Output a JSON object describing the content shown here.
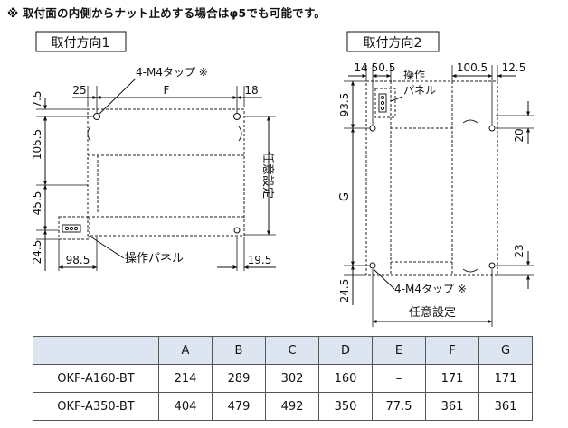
{
  "note": "※ 取付面の内側からナット止めする場合はφ5でも可能です。",
  "direction1": {
    "title": "取付方向1",
    "tap_label": "4-M4タップ ※",
    "panel_label": "操作パネル",
    "free_label": "任意設定",
    "dims": {
      "d25": "25",
      "dF": "F",
      "d18": "18",
      "d7_5": "7.5",
      "d105_5": "105.5",
      "d45_5": "45.5",
      "d24_5": "24.5",
      "d98_5": "98.5",
      "d19_5": "19.5"
    }
  },
  "direction2": {
    "title": "取付方向2",
    "panel_label": "操作\nパネル",
    "panel_line1": "操作",
    "panel_line2": "パネル",
    "tap_label": "4-M4タップ ※",
    "free_label": "任意設定",
    "dims": {
      "d14": "14",
      "d50_5": "50.5",
      "d100_5": "100.5",
      "d12_5": "12.5",
      "d93_5": "93.5",
      "dG": "G",
      "d20": "20",
      "d23": "23",
      "d24_5": "24.5"
    }
  },
  "table": {
    "columns": [
      "A",
      "B",
      "C",
      "D",
      "E",
      "F",
      "G"
    ],
    "rows": [
      {
        "model": "OKF-A160-BT",
        "values": [
          "214",
          "289",
          "302",
          "160",
          "–",
          "171",
          "171"
        ]
      },
      {
        "model": "OKF-A350-BT",
        "values": [
          "404",
          "479",
          "492",
          "350",
          "77.5",
          "361",
          "361"
        ]
      }
    ]
  }
}
